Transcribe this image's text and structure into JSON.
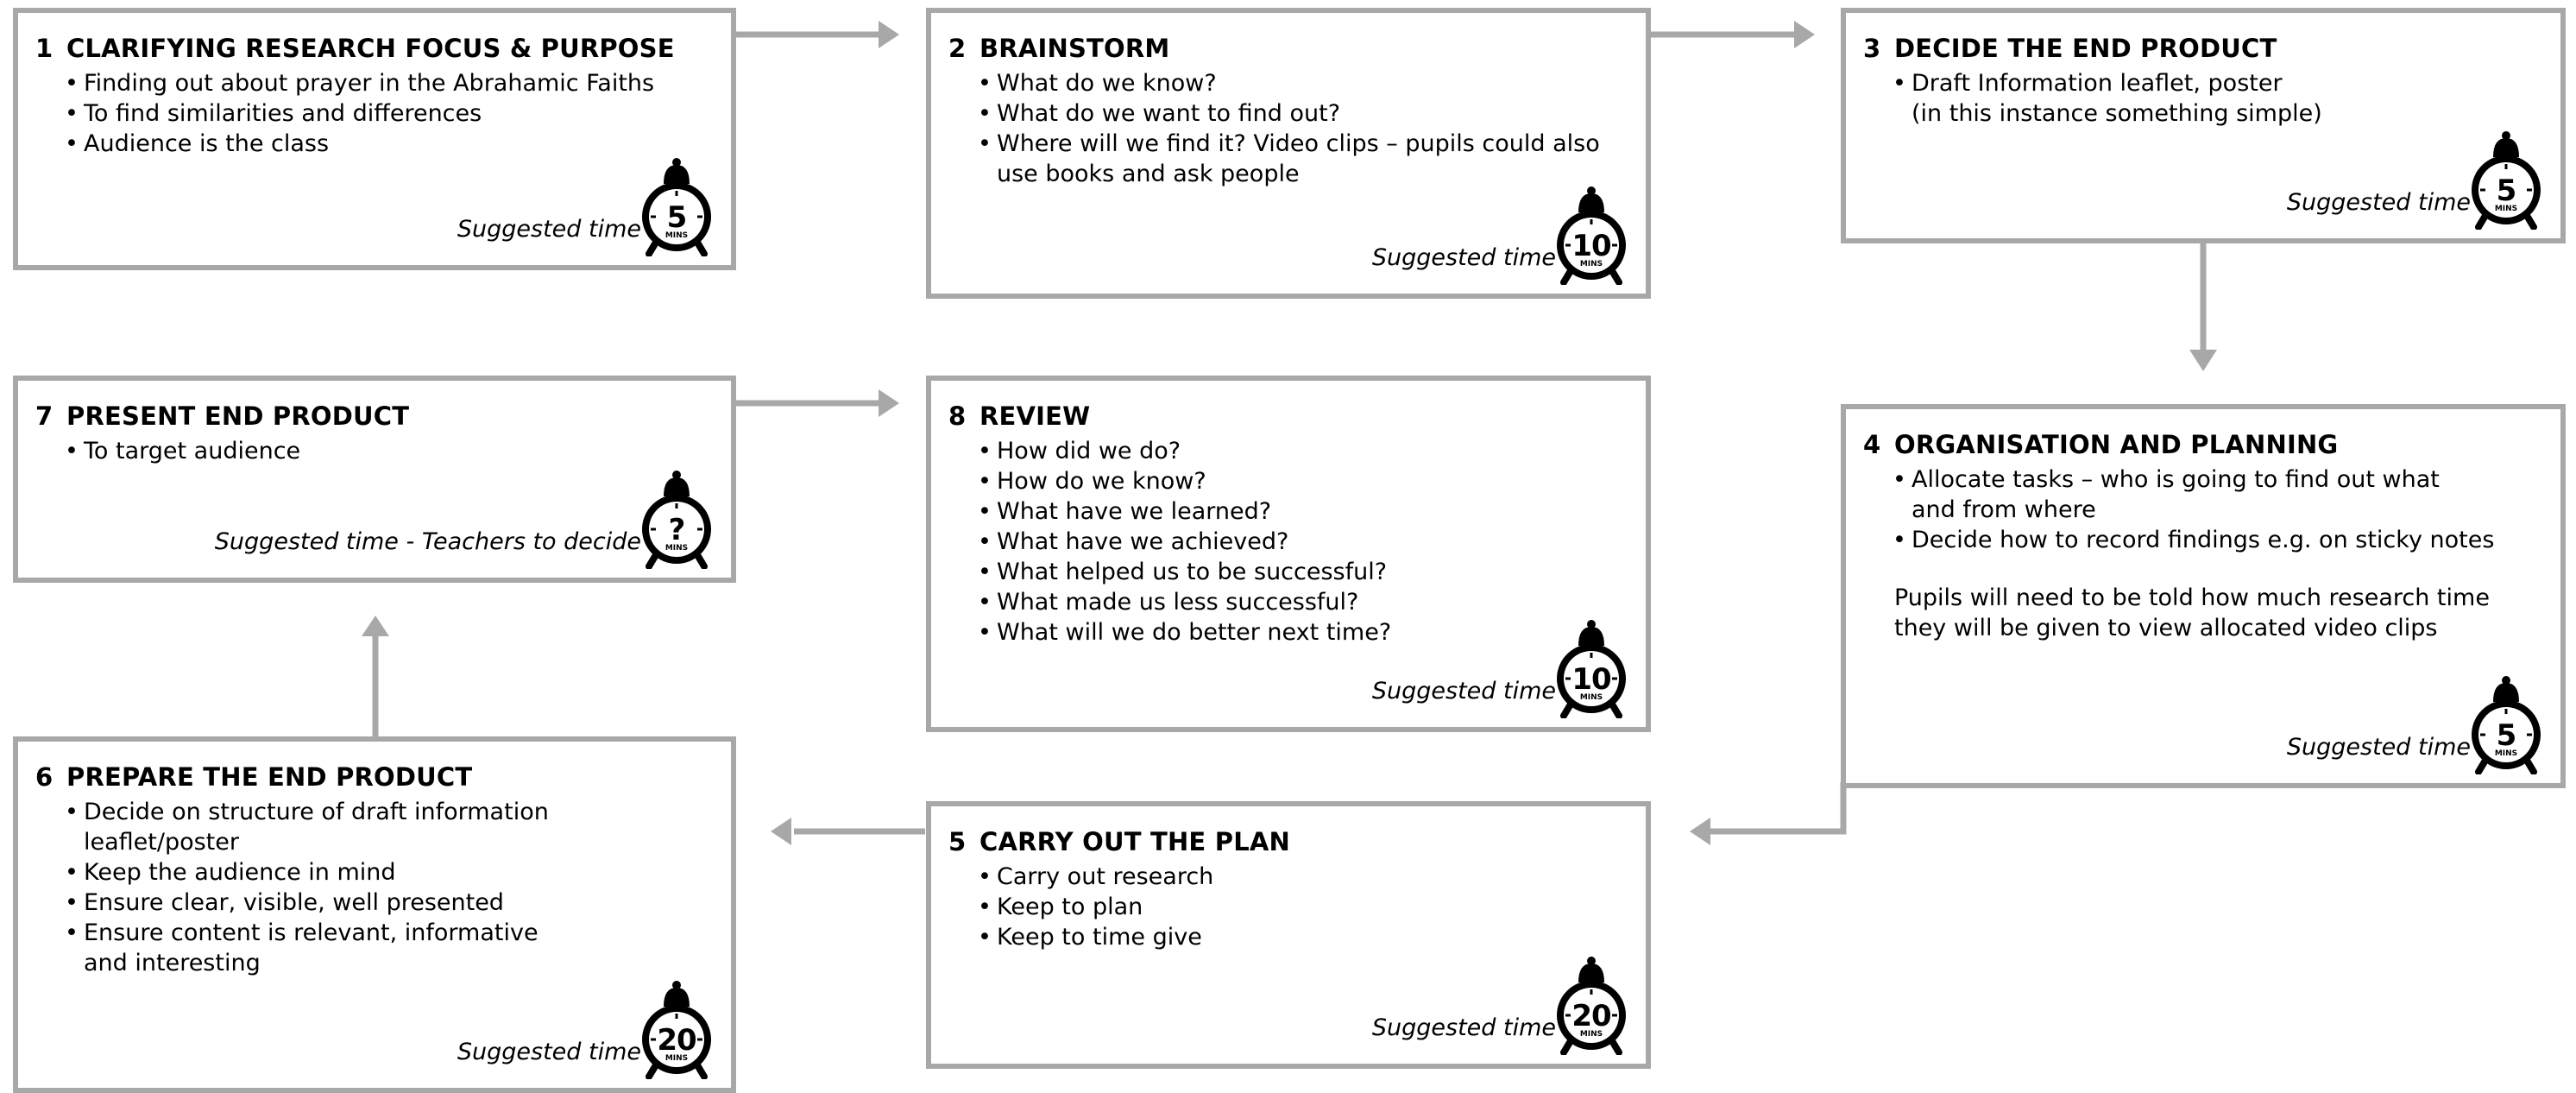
{
  "colors": {
    "border": "#a8a8a8",
    "arrow": "#a8a8a8",
    "text": "#000000"
  },
  "steps": [
    {
      "num": "1",
      "title": "CLARIFYING RESEARCH FOCUS & PURPOSE",
      "items": [
        "Finding out about prayer in the Abrahamic Faiths",
        "To find similarities and differences",
        "Audience is the class"
      ],
      "suggested": "Suggested time",
      "timer_value": "5",
      "timer_unit": "MINS"
    },
    {
      "num": "2",
      "title": "BRAINSTORM",
      "items": [
        "What do we know?",
        "What do we want to find out?",
        "Where will we find it? Video clips – pupils could also use books and ask people"
      ],
      "suggested": "Suggested time",
      "timer_value": "10",
      "timer_unit": "MINS"
    },
    {
      "num": "3",
      "title": "DECIDE THE END PRODUCT",
      "items": [
        "Draft Information leaflet, poster\n(in this instance something simple)"
      ],
      "suggested": "Suggested time",
      "timer_value": "5",
      "timer_unit": "MINS"
    },
    {
      "num": "4",
      "title": "ORGANISATION AND PLANNING",
      "items": [
        "Allocate tasks – who is going to find out what\nand from where",
        "Decide how to record findings e.g. on sticky notes"
      ],
      "note": "Pupils will need to be told how much research time\nthey will be given to view allocated video clips",
      "suggested": "Suggested time",
      "timer_value": "5",
      "timer_unit": "MINS"
    },
    {
      "num": "5",
      "title": "CARRY OUT THE PLAN",
      "items": [
        "Carry out research",
        "Keep to plan",
        "Keep to time give"
      ],
      "suggested": "Suggested time",
      "timer_value": "20",
      "timer_unit": "MINS"
    },
    {
      "num": "6",
      "title": "PREPARE THE END PRODUCT",
      "items": [
        "Decide on structure of draft information\nleaflet/poster",
        "Keep the audience in mind",
        "Ensure clear, visible, well presented",
        "Ensure content is relevant, informative\nand interesting"
      ],
      "suggested": "Suggested time",
      "timer_value": "20",
      "timer_unit": "MINS"
    },
    {
      "num": "7",
      "title": "PRESENT END PRODUCT",
      "items": [
        "To target audience"
      ],
      "suggested": "Suggested time - Teachers to decide",
      "timer_value": "?",
      "timer_unit": "MINS"
    },
    {
      "num": "8",
      "title": "REVIEW",
      "items": [
        "How did we do?",
        "How do we know?",
        "What have we learned?",
        "What have we achieved?",
        "What helped us to be successful?",
        "What made us less successful?",
        "What will we do better next time?"
      ],
      "suggested": "Suggested time",
      "timer_value": "10",
      "timer_unit": "MINS"
    }
  ]
}
